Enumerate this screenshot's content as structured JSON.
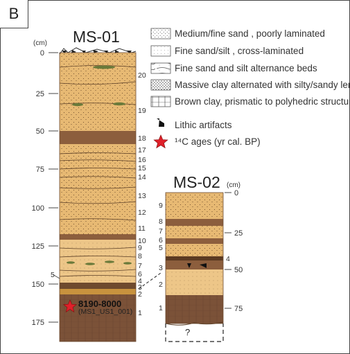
{
  "panel_label": "B",
  "ms01": {
    "title": "MS-01",
    "unit": "(cm)",
    "depth_ticks": [
      "0",
      "25",
      "50",
      "75",
      "100",
      "125",
      "150",
      "175"
    ],
    "unit_labels": [
      "20",
      "19",
      "18",
      "17",
      "16",
      "15",
      "14",
      "13",
      "12",
      "11",
      "10",
      "9",
      "8",
      "7",
      "6",
      "5",
      "4",
      "3",
      "2",
      "1"
    ],
    "left_unit_labels": [
      "5"
    ]
  },
  "ms02": {
    "title": "MS-02",
    "unit": "(cm)",
    "depth_ticks": [
      "0",
      "25",
      "50",
      "75"
    ],
    "unit_labels": [
      "9",
      "8",
      "7",
      "6",
      "5",
      "4",
      "3",
      "2",
      "1"
    ],
    "unknown_marker": "?"
  },
  "legend": [
    {
      "label": "Medium/fine sand , poorly laminated",
      "icon": "medium-fine-sand-pattern"
    },
    {
      "label": "Fine sand/silt , cross-laminated",
      "icon": "fine-sand-silt-pattern"
    },
    {
      "label": "Fine sand and silt alternance beds",
      "icon": "alternance-beds-pattern"
    },
    {
      "label": "Massive clay alternated with silty/sandy lenses",
      "icon": "massive-clay-pattern"
    },
    {
      "label": "Brown clay, prismatic to polyhedric structure",
      "icon": "brown-clay-pattern"
    },
    {
      "label": "Lithic artifacts",
      "icon": "lithic-artifact-icon"
    },
    {
      "label": "¹⁴C ages (yr cal. BP)",
      "icon": "star-icon"
    }
  ],
  "sample": {
    "age": "8190-8000",
    "code": "(MS1_US1_001)"
  },
  "colors": {
    "sand": "#e7b973",
    "dark_band": "#8c5e3d",
    "clay": "#7b5238",
    "star": "#e0202a"
  }
}
